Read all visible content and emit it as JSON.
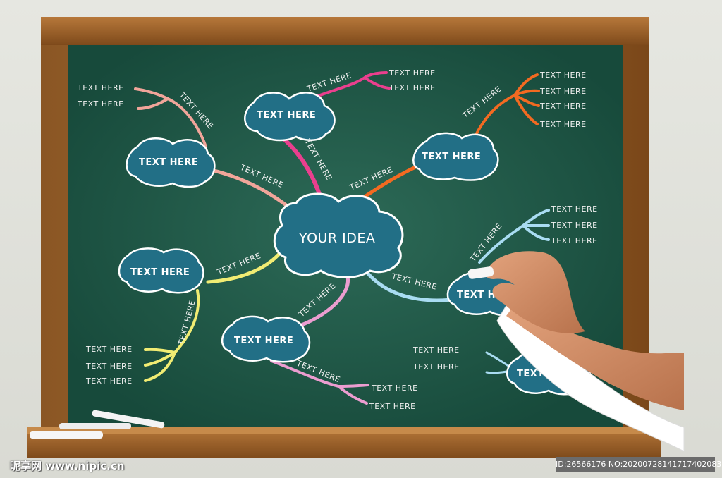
{
  "center": {
    "label": "YOUR IDEA"
  },
  "branches": [
    {
      "id": "top",
      "color": "#ea3f8e",
      "node_label": "TEXT HERE",
      "branch_label": "TEXT HERE",
      "stem_label": "TEXT HERE",
      "leaves": [
        "TEXT HERE",
        "TEXT HERE"
      ]
    },
    {
      "id": "top-left",
      "color": "#f1a59a",
      "node_label": "TEXT HERE",
      "branch_label": "TEXT HERE",
      "stem_label": "TEXT HERE",
      "leaves": [
        "TEXT HERE",
        "TEXT HERE"
      ]
    },
    {
      "id": "top-right",
      "color": "#f36a21",
      "node_label": "TEXT HERE",
      "branch_label": "TEXT HERE",
      "stem_label": "TEXT HERE",
      "leaves": [
        "TEXT HERE",
        "TEXT HERE",
        "TEXT HERE",
        "TEXT HERE"
      ]
    },
    {
      "id": "left",
      "color": "#f1ec73",
      "node_label": "TEXT HERE",
      "branch_label": "TEXT HERE",
      "stem_label": "TEXT HERE",
      "leaves": [
        "TEXT HERE",
        "TEXT HERE",
        "TEXT HERE"
      ]
    },
    {
      "id": "bottom",
      "color": "#ec9dd0",
      "node_label": "TEXT HERE",
      "branch_label": "TEXT HERE",
      "stem_label": "TEXT HERE",
      "leaves": [
        "TEXT HERE",
        "TEXT HERE"
      ]
    },
    {
      "id": "right",
      "color": "#a9dcf2",
      "node_label": "TEXT HERE",
      "branch_label": "TEXT HERE",
      "stem_label": "TEXT HERE",
      "leaves": [
        "TEXT HERE",
        "TEXT HERE",
        "TEXT HERE"
      ]
    },
    {
      "id": "bottom-right",
      "color": "#a9dcf2",
      "node_label": "TEXT HERE",
      "leaves": [
        "TEXT HERE",
        "TEXT HERE"
      ]
    }
  ],
  "colors": {
    "board": "#1f5a48",
    "frame": "#7a4a1d",
    "cloud": "#1f6f84",
    "chalk": "#f2f2f2"
  },
  "watermark": {
    "left": "昵享网 www.nipic.cn",
    "right": "ID:26566176 NO:20200728141717402083"
  }
}
